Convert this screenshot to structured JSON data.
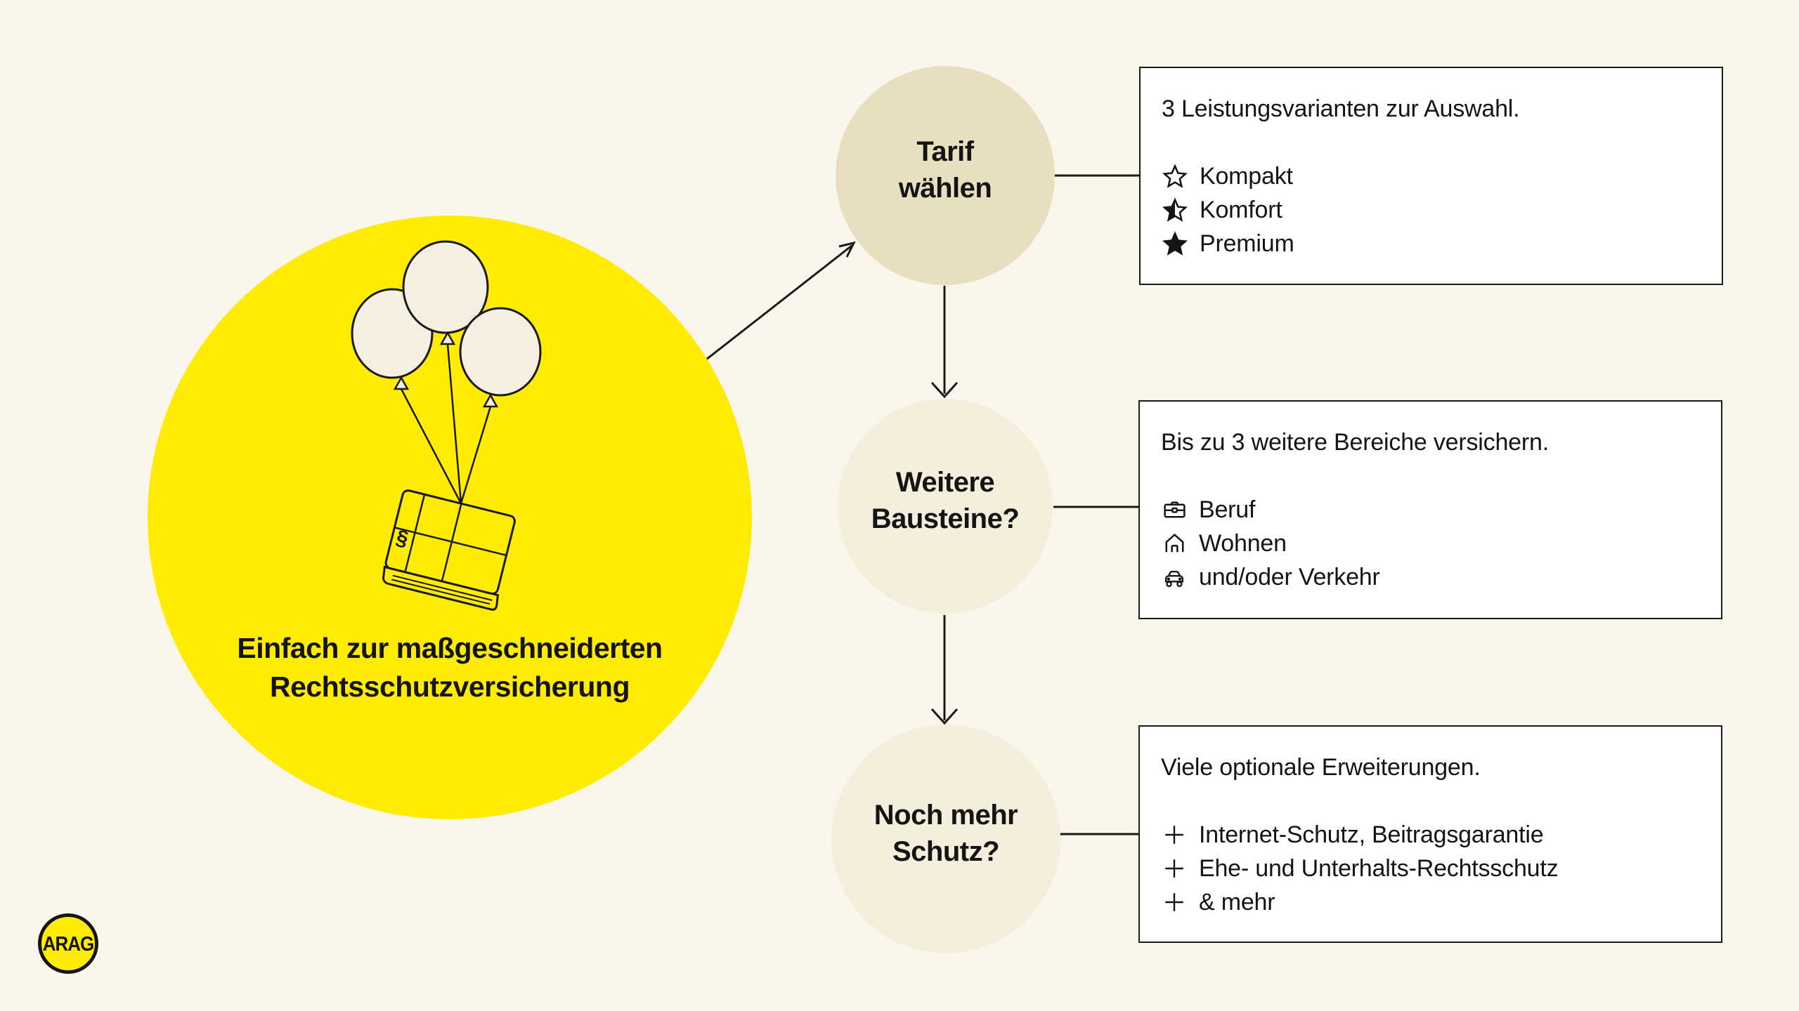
{
  "colors": {
    "background": "#FAF6EC",
    "arag_yellow": "#FFEC00",
    "step_circle_dark_beige": "#E8DEC0",
    "step_circle_light_beige": "#F4EEDD",
    "box_background": "#FFFFFF",
    "line_black": "#1A1A1A",
    "balloon_cream": "#F5EFE2"
  },
  "hero": {
    "line1": "Einfach zur maßgeschneiderten",
    "line2": "Rechtsschutzversicherung",
    "illustration": "three-balloons-lifting-law-book",
    "paragraph_symbol": "§"
  },
  "steps": [
    {
      "line1": "Tarif",
      "line2": "wählen"
    },
    {
      "line1": "Weitere",
      "line2": "Bausteine?"
    },
    {
      "line1": "Noch mehr",
      "line2": "Schutz?"
    }
  ],
  "boxes": [
    {
      "title": "3 Leistungsvarianten zur Auswahl.",
      "items": [
        {
          "icon": "star-outline",
          "label": "Kompakt"
        },
        {
          "icon": "star-half",
          "label": "Komfort"
        },
        {
          "icon": "star-filled",
          "label": "Premium"
        }
      ]
    },
    {
      "title": "Bis zu 3 weitere Bereiche versichern.",
      "items": [
        {
          "icon": "briefcase",
          "label": "Beruf"
        },
        {
          "icon": "house",
          "label": "Wohnen"
        },
        {
          "icon": "car",
          "label": "und/oder Verkehr"
        }
      ]
    },
    {
      "title": "Viele optionale Erweiterungen.",
      "items": [
        {
          "icon": "plus",
          "label": "Internet-Schutz, Beitragsgarantie"
        },
        {
          "icon": "plus",
          "label": "Ehe- und Unterhalts-Rechtsschutz"
        },
        {
          "icon": "plus",
          "label": "& mehr"
        }
      ]
    }
  ],
  "logo": {
    "text": "ARAG"
  }
}
